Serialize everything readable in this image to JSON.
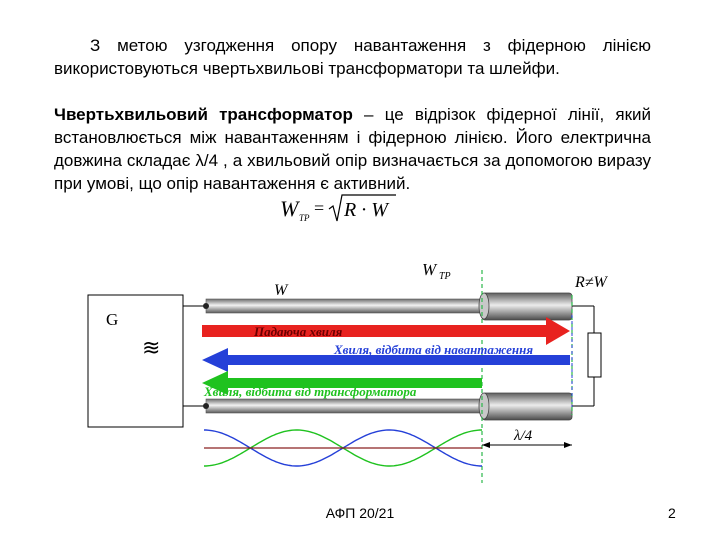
{
  "paragraph1": "З метою узгодження опору навантаження з фідерною лінією використовуються чвертьхвильові трансформатори та шлейфи.",
  "paragraph2": {
    "term": "Чвертьхвильовий трансформатор",
    "text": " – це відрізок фідерної лінії, який встановлюється між навантаженням і фідерною лінією. Його електрична довжина складає λ/4 , а хвильовий опір визначається за допомогою виразу при умові, що опір навантаження є активний."
  },
  "formula": {
    "lhs": "W",
    "lhs_sub": "ТР",
    "rhs": "R · W"
  },
  "diagram": {
    "generator_label": "G",
    "generator_symbol": "≋",
    "line_label": "W",
    "transformer_label": "W",
    "transformer_sub": "TP",
    "load_label": "R≠W",
    "incident_wave": "Падаюча хвиля",
    "reflected_load_wave": "Хвиля, відбита від навантаження",
    "reflected_transformer_wave": "Хвиля, відбита від трансформатора",
    "length_label": "λ/4",
    "colors": {
      "incident": "#e8221f",
      "reflected_load": "#2540d8",
      "reflected_transformer": "#1fc21f",
      "guide_line": "#2bb84a"
    }
  },
  "footer": {
    "center": "АФП 20/21",
    "page_number": "2"
  }
}
